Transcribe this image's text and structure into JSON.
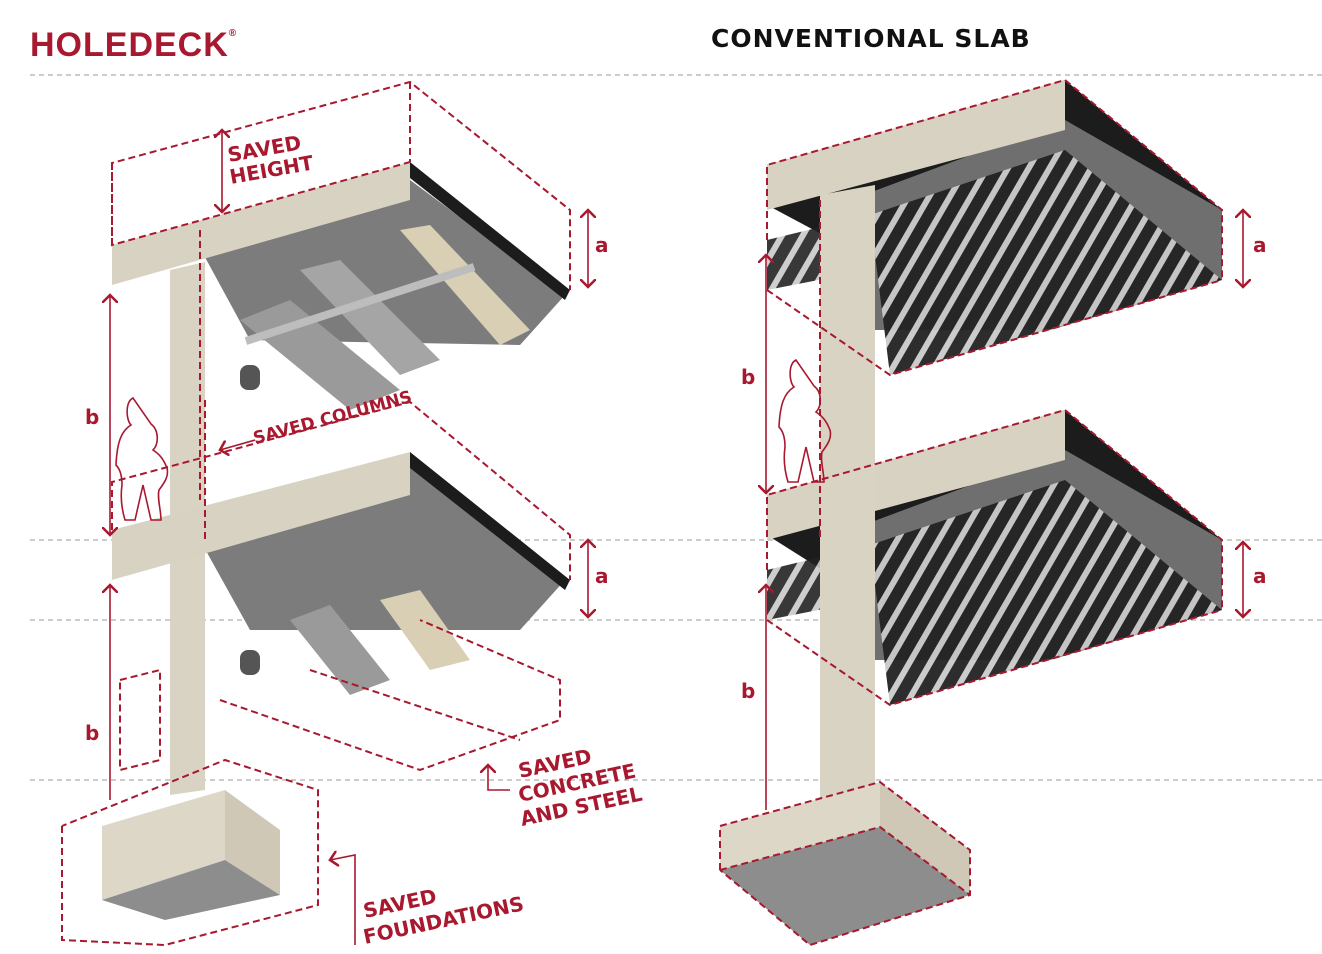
{
  "header": {
    "logo_text": "HOLEDECK",
    "logo_mark": "®",
    "right_title": "CONVENTIONAL SLAB"
  },
  "colors": {
    "brand_red": "#a8182f",
    "concrete_light": "#d8d2c2",
    "concrete_grey": "#8c8c8c",
    "dark_face": "#1c1c1c",
    "guide_line": "#bbbbbb"
  },
  "left_diagram": {
    "name": "Holedeck",
    "labels": {
      "saved_height": [
        "SAVED",
        "HEIGHT"
      ],
      "saved_columns": "SAVED COLUMNS",
      "saved_concrete": [
        "SAVED",
        "CONCRETE",
        "AND STEEL"
      ],
      "saved_foundations": [
        "SAVED",
        "FOUNDATIONS"
      ]
    },
    "dimensions": {
      "a_top": "a",
      "a_bottom": "a",
      "b_top": "b",
      "b_bottom": "b"
    }
  },
  "right_diagram": {
    "name": "Conventional slab",
    "dimensions": {
      "a_top": "a",
      "a_bottom": "a",
      "b_top": "b",
      "b_bottom": "b"
    }
  }
}
